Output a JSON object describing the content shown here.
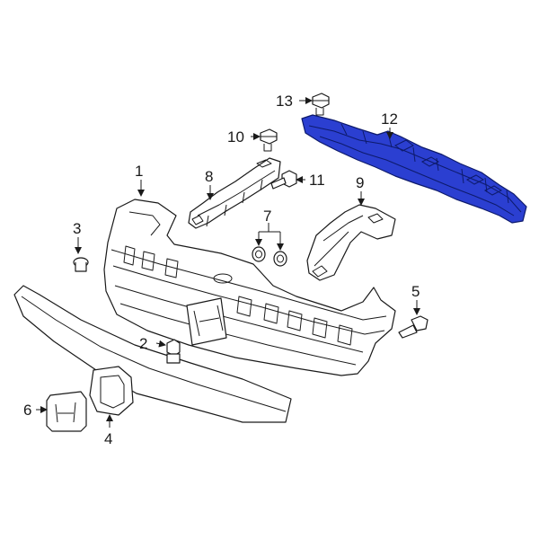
{
  "diagram": {
    "highlight_color": "#2b3fd1",
    "callouts": [
      {
        "id": "c1",
        "label": "1"
      },
      {
        "id": "c2",
        "label": "2"
      },
      {
        "id": "c3",
        "label": "3"
      },
      {
        "id": "c4",
        "label": "4"
      },
      {
        "id": "c5",
        "label": "5"
      },
      {
        "id": "c6",
        "label": "6"
      },
      {
        "id": "c7",
        "label": "7"
      },
      {
        "id": "c8",
        "label": "8"
      },
      {
        "id": "c9",
        "label": "9"
      },
      {
        "id": "c10",
        "label": "10"
      },
      {
        "id": "c11",
        "label": "11"
      },
      {
        "id": "c12",
        "label": "12"
      },
      {
        "id": "c13",
        "label": "13"
      }
    ],
    "highlighted_part": "12"
  }
}
